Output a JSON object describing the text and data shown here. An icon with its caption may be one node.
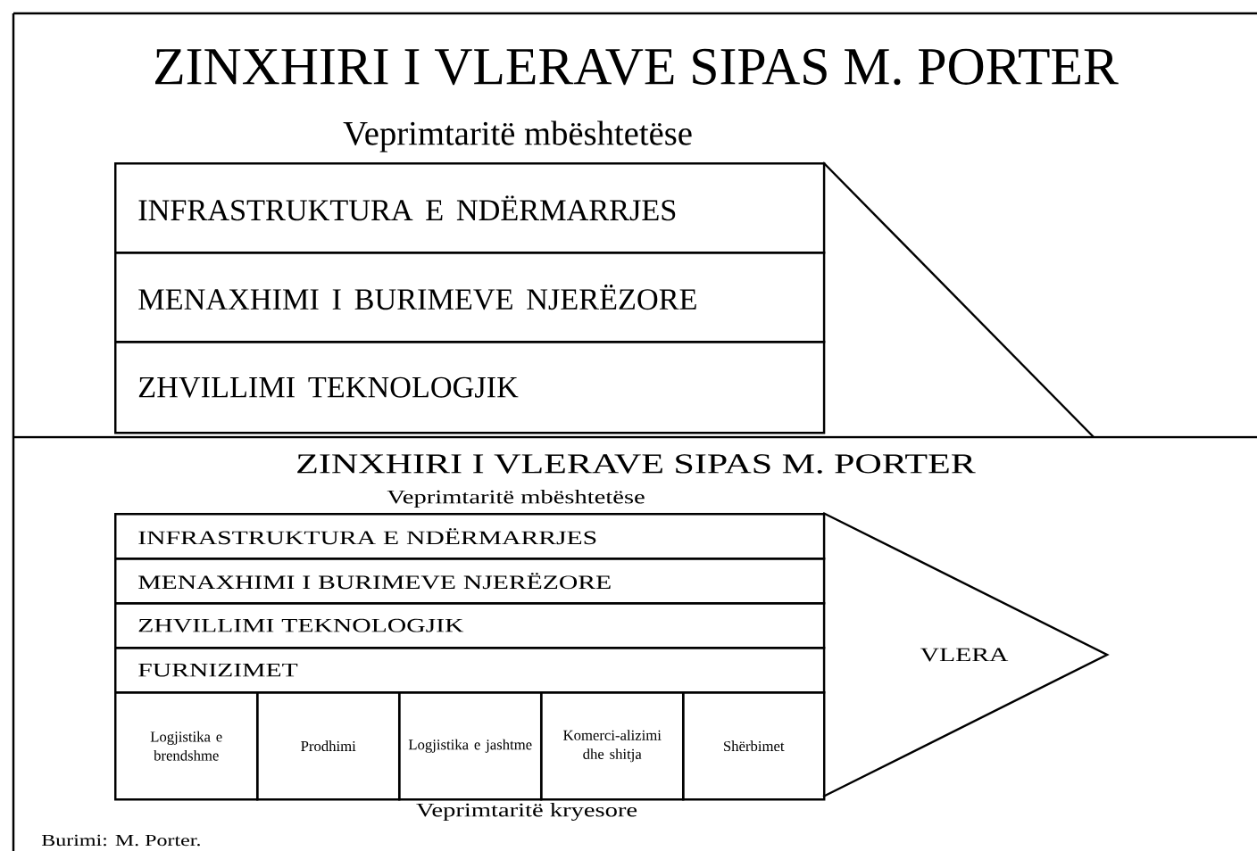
{
  "diagram": {
    "title": "ZINXHIRI I VLERAVE SIPAS M. PORTER",
    "nodes": [
      {
        "text": [
          "INFRASTRUKTURA E NDËRMARRJES"
        ]
      },
      {
        "text": [
          "MENAXHIMI I BURIMEVE NJERËZORE"
        ]
      },
      {
        "text": [
          "ZHVILLIMI TEKNOLOGJIK"
        ]
      },
      {
        "text": [
          "INFRASTRUKTURA E NDËRMARRJES"
        ]
      },
      {
        "text": [
          "MENAXHIMI I BURIMEVE NJERËZORE"
        ]
      },
      {
        "text": [
          "ZHVILLIMI TEKNOLOGJIK"
        ]
      },
      {
        "text": [
          "FURNIZIMET"
        ]
      },
      {
        "text": [
          "Logjistika e brendshme"
        ]
      },
      {
        "text": [
          "Prodhimi"
        ]
      },
      {
        "text": [
          "Logjistika e jashtme"
        ]
      },
      {
        "text": [
          "Komerci-alizimi dhe shitja"
        ]
      },
      {
        "text": [
          "Shërbimet"
        ]
      },
      {
        "text": [
          "VLERA"
        ]
      }
    ],
    "edges": [],
    "labels": [
      "Veprimtaritë mbështetëse",
      "ZINXHIRI I VLERAVE SIPAS M. PORTER",
      "Veprimtaritë mbështetëse",
      "Veprimtaritë kryesore",
      "Burimi: M. Porter."
    ]
  }
}
